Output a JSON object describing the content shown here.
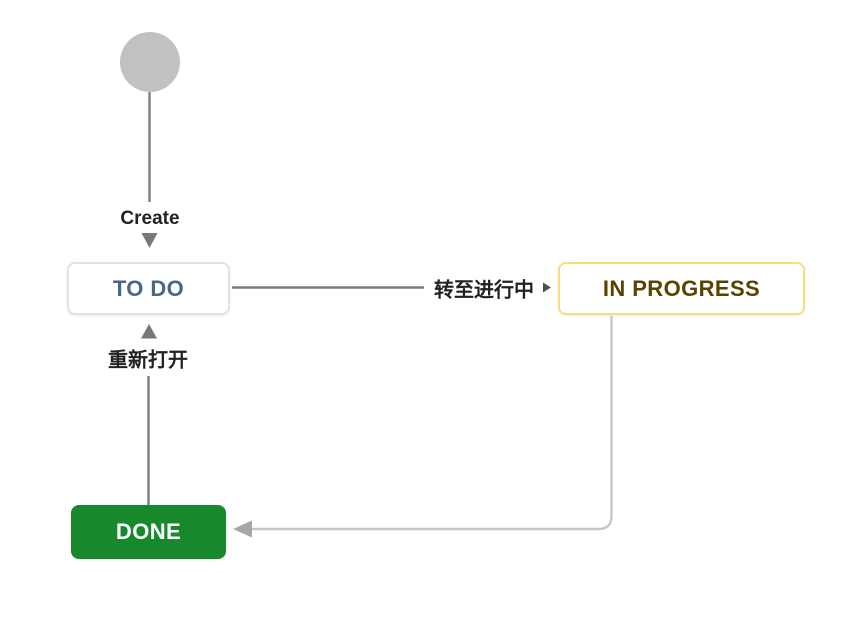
{
  "diagram": {
    "title": "workflow",
    "start_node": {
      "name": "start"
    },
    "statuses": [
      {
        "id": "todo",
        "label": "TO DO",
        "category": "todo"
      },
      {
        "id": "inprogress",
        "label": "IN PROGRESS",
        "category": "in-progress"
      },
      {
        "id": "done",
        "label": "DONE",
        "category": "done"
      }
    ],
    "transitions": [
      {
        "label": "Create",
        "from": "start",
        "to": "TO DO"
      },
      {
        "label": "转至进行中",
        "from": "TO DO",
        "to": "IN PROGRESS"
      },
      {
        "label": "重新打开",
        "from": "DONE",
        "to": "TO DO"
      },
      {
        "label": "",
        "from": "IN PROGRESS",
        "to": "DONE"
      }
    ],
    "colors": {
      "start_node": "#c1c1c1",
      "todo_text": "#4a6785",
      "todo_border": "#dfe1ec",
      "inprogress_text": "#594300",
      "inprogress_border": "#f8dd7c",
      "done_bg": "#17892c",
      "done_text": "#ffffff",
      "dark_connector": "#7d7d7d",
      "light_connector": "#c7c7c7",
      "dark_arrowhead": "#787878",
      "small_arrowhead": "#4f4f4f",
      "light_arrowhead": "#a6a6a6",
      "label_text": "#222222"
    }
  }
}
